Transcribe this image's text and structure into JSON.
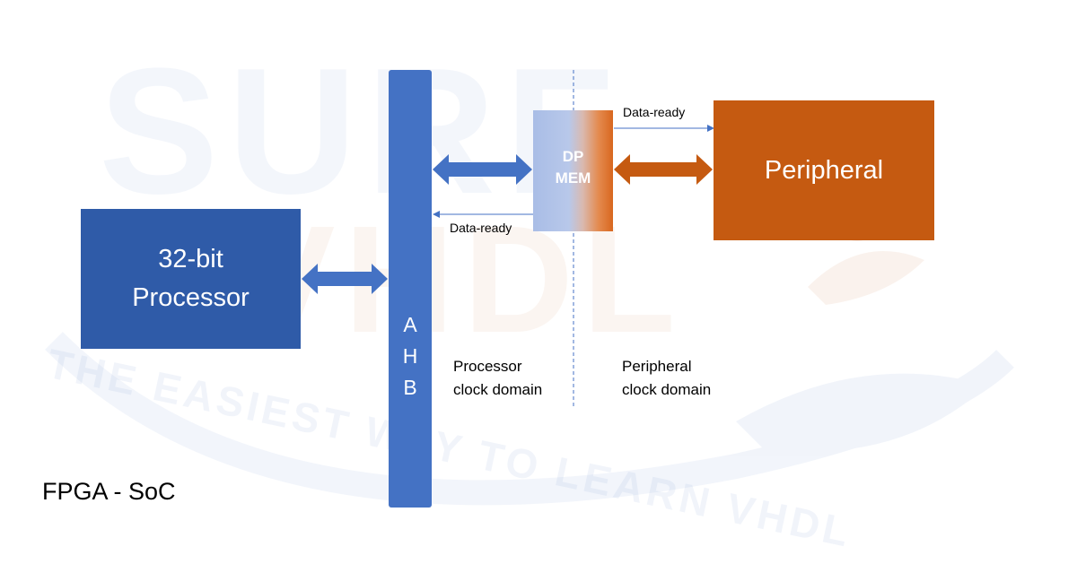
{
  "watermark": {
    "logo_top": "SURF",
    "logo_bottom": "VHDL",
    "tagline": "THE EASIEST WAY TO LEARN VHDL"
  },
  "processor": {
    "line1": "32-bit",
    "line2": "Processor"
  },
  "bus": {
    "letters": [
      "A",
      "H",
      "B"
    ]
  },
  "memory": {
    "line1": "DP",
    "line2": "MEM"
  },
  "peripheral": {
    "label": "Peripheral"
  },
  "signals": {
    "data_ready_top": "Data-ready",
    "data_ready_bottom": "Data-ready"
  },
  "domains": {
    "processor_line1": "Processor",
    "processor_line2": "clock domain",
    "peripheral_line1": "Peripheral",
    "peripheral_line2": "clock domain"
  },
  "footer": {
    "label": "FPGA - SoC"
  },
  "colors": {
    "processor": "#2f5ba8",
    "bus": "#4472c4",
    "peripheral": "#c55a11",
    "proc_arrow": "#4472c4",
    "periph_arrow": "#c55a11",
    "domain_divider": "#4472c4"
  }
}
